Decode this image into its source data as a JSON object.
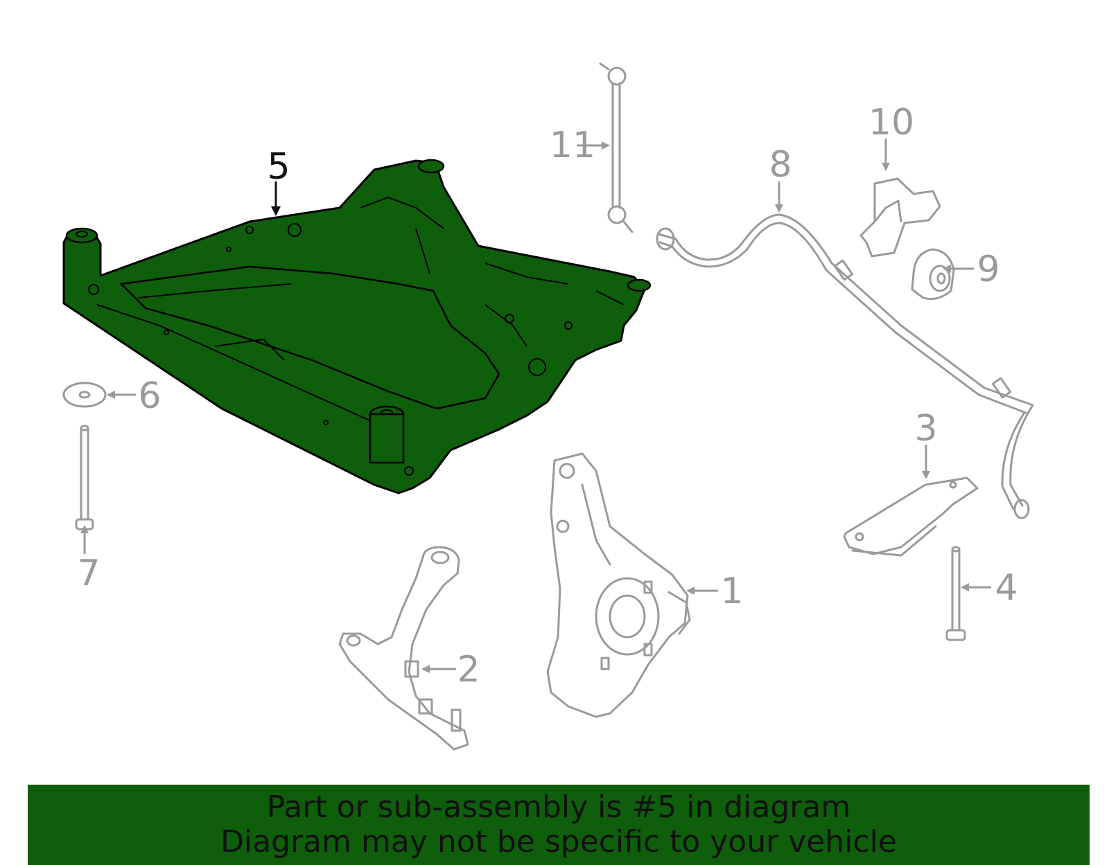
{
  "colors": {
    "highlight": "#0e5e0b",
    "part_outline": "#9a9a9a",
    "callout_active": "#111111",
    "banner_background": "#0e5e0b",
    "banner_text": "#111111"
  },
  "highlighted_part": "5",
  "callouts": {
    "c1": "1",
    "c2": "2",
    "c3": "3",
    "c4": "4",
    "c5": "5",
    "c6": "6",
    "c7": "7",
    "c8": "8",
    "c9": "9",
    "c10": "10",
    "c11": "11"
  },
  "footer": {
    "line1": "Part or sub-assembly is #5 in diagram",
    "line2": "Diagram may not be specific to your vehicle"
  }
}
